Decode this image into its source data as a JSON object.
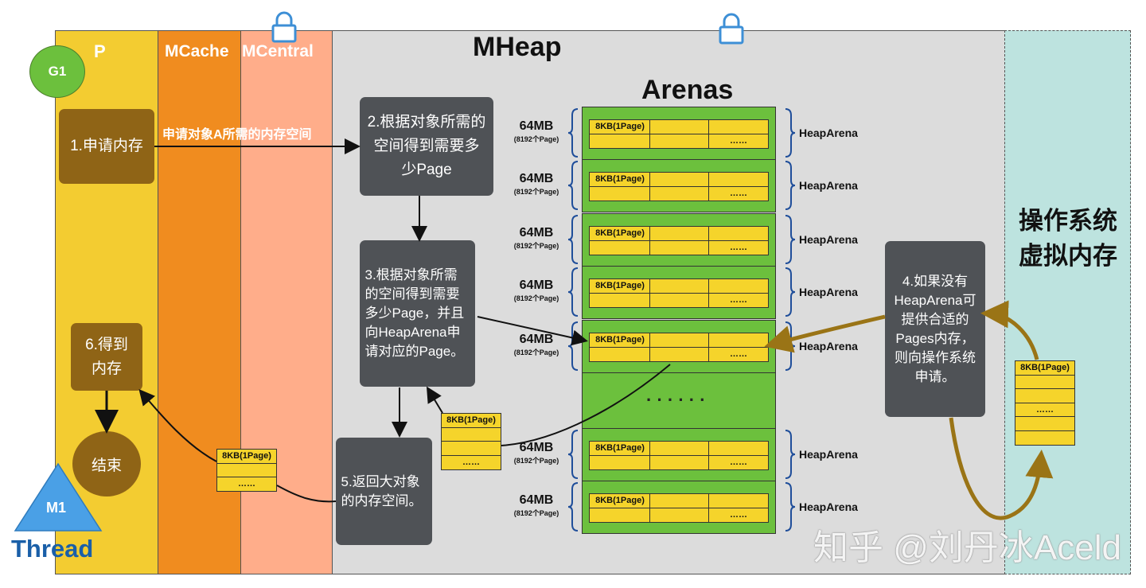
{
  "columns": {
    "p": "P",
    "mcache": "MCache",
    "mcentral": "MCentral",
    "mheap": "MHeap",
    "os": "操作系统\n虚拟内存"
  },
  "arenas_title": "Arenas",
  "g1": "G1",
  "m1": "M1",
  "thread": "Thread",
  "steps": {
    "s1": "1.申请内存",
    "arrow1": "申请对象A所需的内存空间",
    "s2": "2.根据对象所需的空间得到需要多少Page",
    "s3": "3.根据对象所需的空间得到需要多少Page，并且向HeapArena申请对应的Page。",
    "s4": "4.如果没有HeapArena可提供合适的Pages内存，则向操作系统申请。",
    "s5": "5.返回大对象的内存空间。",
    "s6": "6.得到内存",
    "end": "结束"
  },
  "page_label": "8KB(1Page)",
  "dots_short": "……",
  "arena_gap_dots": "· · · · · ·",
  "heap_arena_label": "HeapArena",
  "arena_size": "64MB",
  "arena_pages": "(8192个Page)",
  "watermark": "知乎 @刘丹冰Aceld",
  "colors": {
    "p_col": "#f3cc31",
    "mcache_col": "#f08c1f",
    "mcentral_col": "#ffad8a",
    "mheap_col": "#dcdcdc",
    "os_col": "#bde3df",
    "arena_green": "#6cc03d",
    "page_yellow": "#f5d42b",
    "dark_box": "#4f5256",
    "brown": "#8f6416",
    "thread_blue": "#1a5fa8",
    "lock_blue": "#3d8fd6"
  }
}
